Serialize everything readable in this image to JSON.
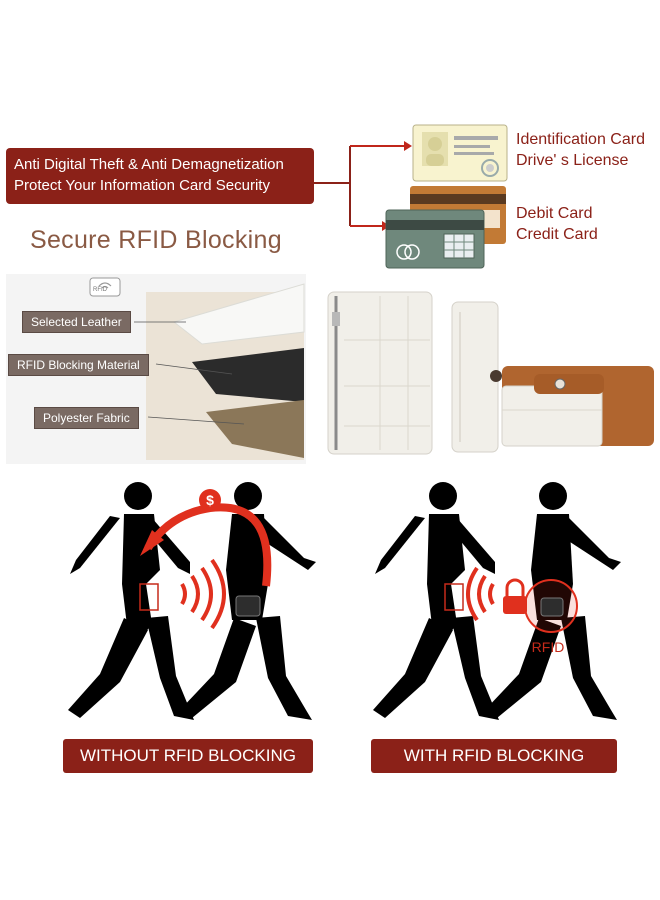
{
  "banner": {
    "line1": "Anti Digital Theft & Anti Demagnetization",
    "line2": "Protect Your Information Card Security"
  },
  "title": "Secure RFID Blocking",
  "card_labels": {
    "id_line1": "Identification Card",
    "id_line2": "Drive' s License",
    "bank_line1": "Debit Card",
    "bank_line2": "Credit Card"
  },
  "layers": {
    "leather": "Selected Leather",
    "rfid": "RFID Blocking Material",
    "polyester": "Polyester Fabric",
    "rfid_tag": "RFID"
  },
  "scenes": {
    "without_label": "WITHOUT RFID BLOCKING",
    "with_label": "WITH RFID BLOCKING",
    "rfid_mark": "RFID",
    "money_symbol": "$"
  },
  "colors": {
    "accent_red": "#8b2118",
    "signal_red": "#e0301e",
    "title_brown": "#8a5a44",
    "wallet_cream": "#f1efe9",
    "wallet_tan": "#b0652f"
  },
  "icons": [
    "wifi-card-icon",
    "id-card-icon",
    "bank-card-icon",
    "money-bag-icon",
    "padlock-icon",
    "wallet-icon",
    "card-reader-icon",
    "signal-waves-icon"
  ]
}
